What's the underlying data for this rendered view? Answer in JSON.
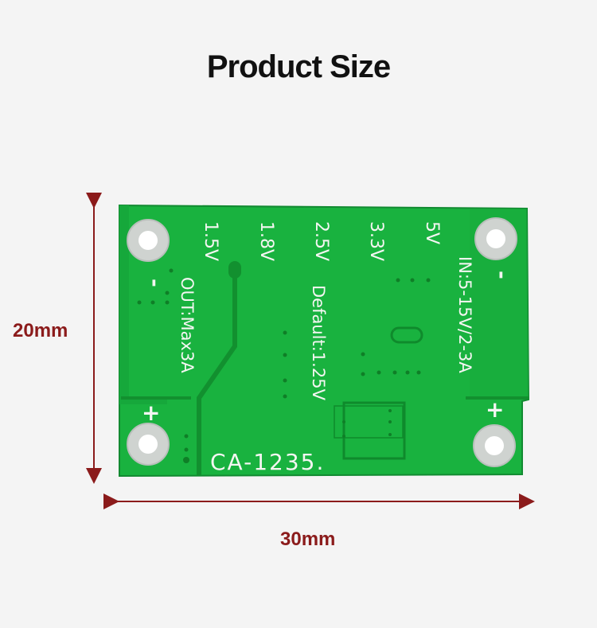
{
  "title": "Product Size",
  "dimensions": {
    "height_label": "20mm",
    "width_label": "30mm"
  },
  "board": {
    "voltage_labels": [
      "1.5V",
      "1.8V",
      "2.5V",
      "3.3V",
      "5V"
    ],
    "output_label": "OUT:Max3A",
    "default_label": "Default:1.25V",
    "input_label": "IN:5-15V/2-3A",
    "model": "CA-1235.",
    "minus_sign": "-",
    "plus_sign": "+"
  },
  "colors": {
    "pcb": "#19b23f",
    "pcb_dark": "#0f8f2e",
    "arrow": "#8b1b1b",
    "silkscreen": "#f4f6f2"
  }
}
